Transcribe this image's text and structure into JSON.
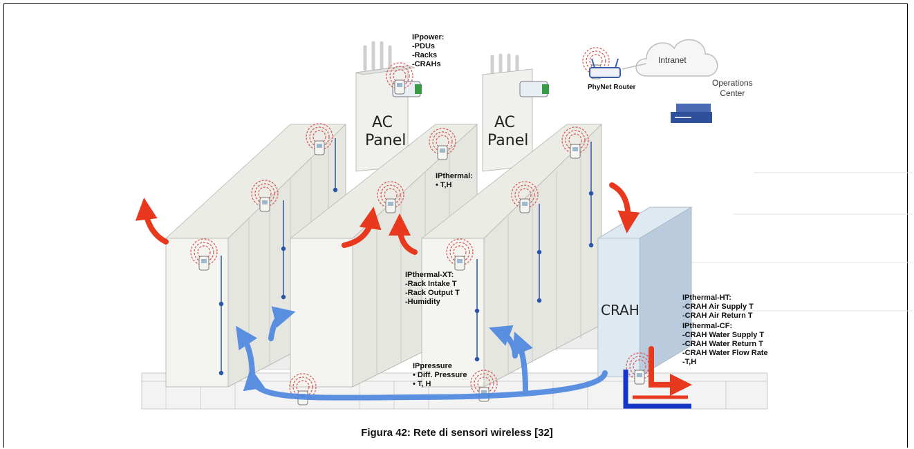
{
  "panels": [
    {
      "line1": "AC",
      "line2": "Panel"
    },
    {
      "line1": "AC",
      "line2": "Panel"
    }
  ],
  "crah": "CRAH",
  "network": {
    "router": "PhyNet Router",
    "intranet": "Intranet",
    "ops_line1": "Operations",
    "ops_line2": "Center"
  },
  "labels": {
    "ippower": [
      "IPpower:",
      "-PDUs",
      "-Racks",
      "-CRAHs"
    ],
    "ipthermal": [
      "IPthermal:",
      "• T,H"
    ],
    "ipthermal_xt": [
      "IPthermal-XT:",
      "-Rack Intake T",
      "-Rack Output T",
      "-Humidity"
    ],
    "ipthermal_ht": [
      "IPthermal-HT:",
      "-CRAH Air Supply T",
      "-CRAH Air Return T"
    ],
    "ipthermal_cf": [
      "IPthermal-CF:",
      "-CRAH Water Supply T",
      "-CRAH Water Return T",
      "-CRAH Water Flow Rate",
      "-T,H"
    ],
    "ippressure": [
      "IPpressure",
      "• Diff. Pressure",
      "• T, H"
    ]
  },
  "caption": "Figura 42: Rete di sensori wireless [32]",
  "colors": {
    "hot_air": "#e8381e",
    "cold_air": "#4b86e0",
    "water_supply": "#1636c8",
    "rack": "#ecece6",
    "crah": "#c9d8e6"
  }
}
